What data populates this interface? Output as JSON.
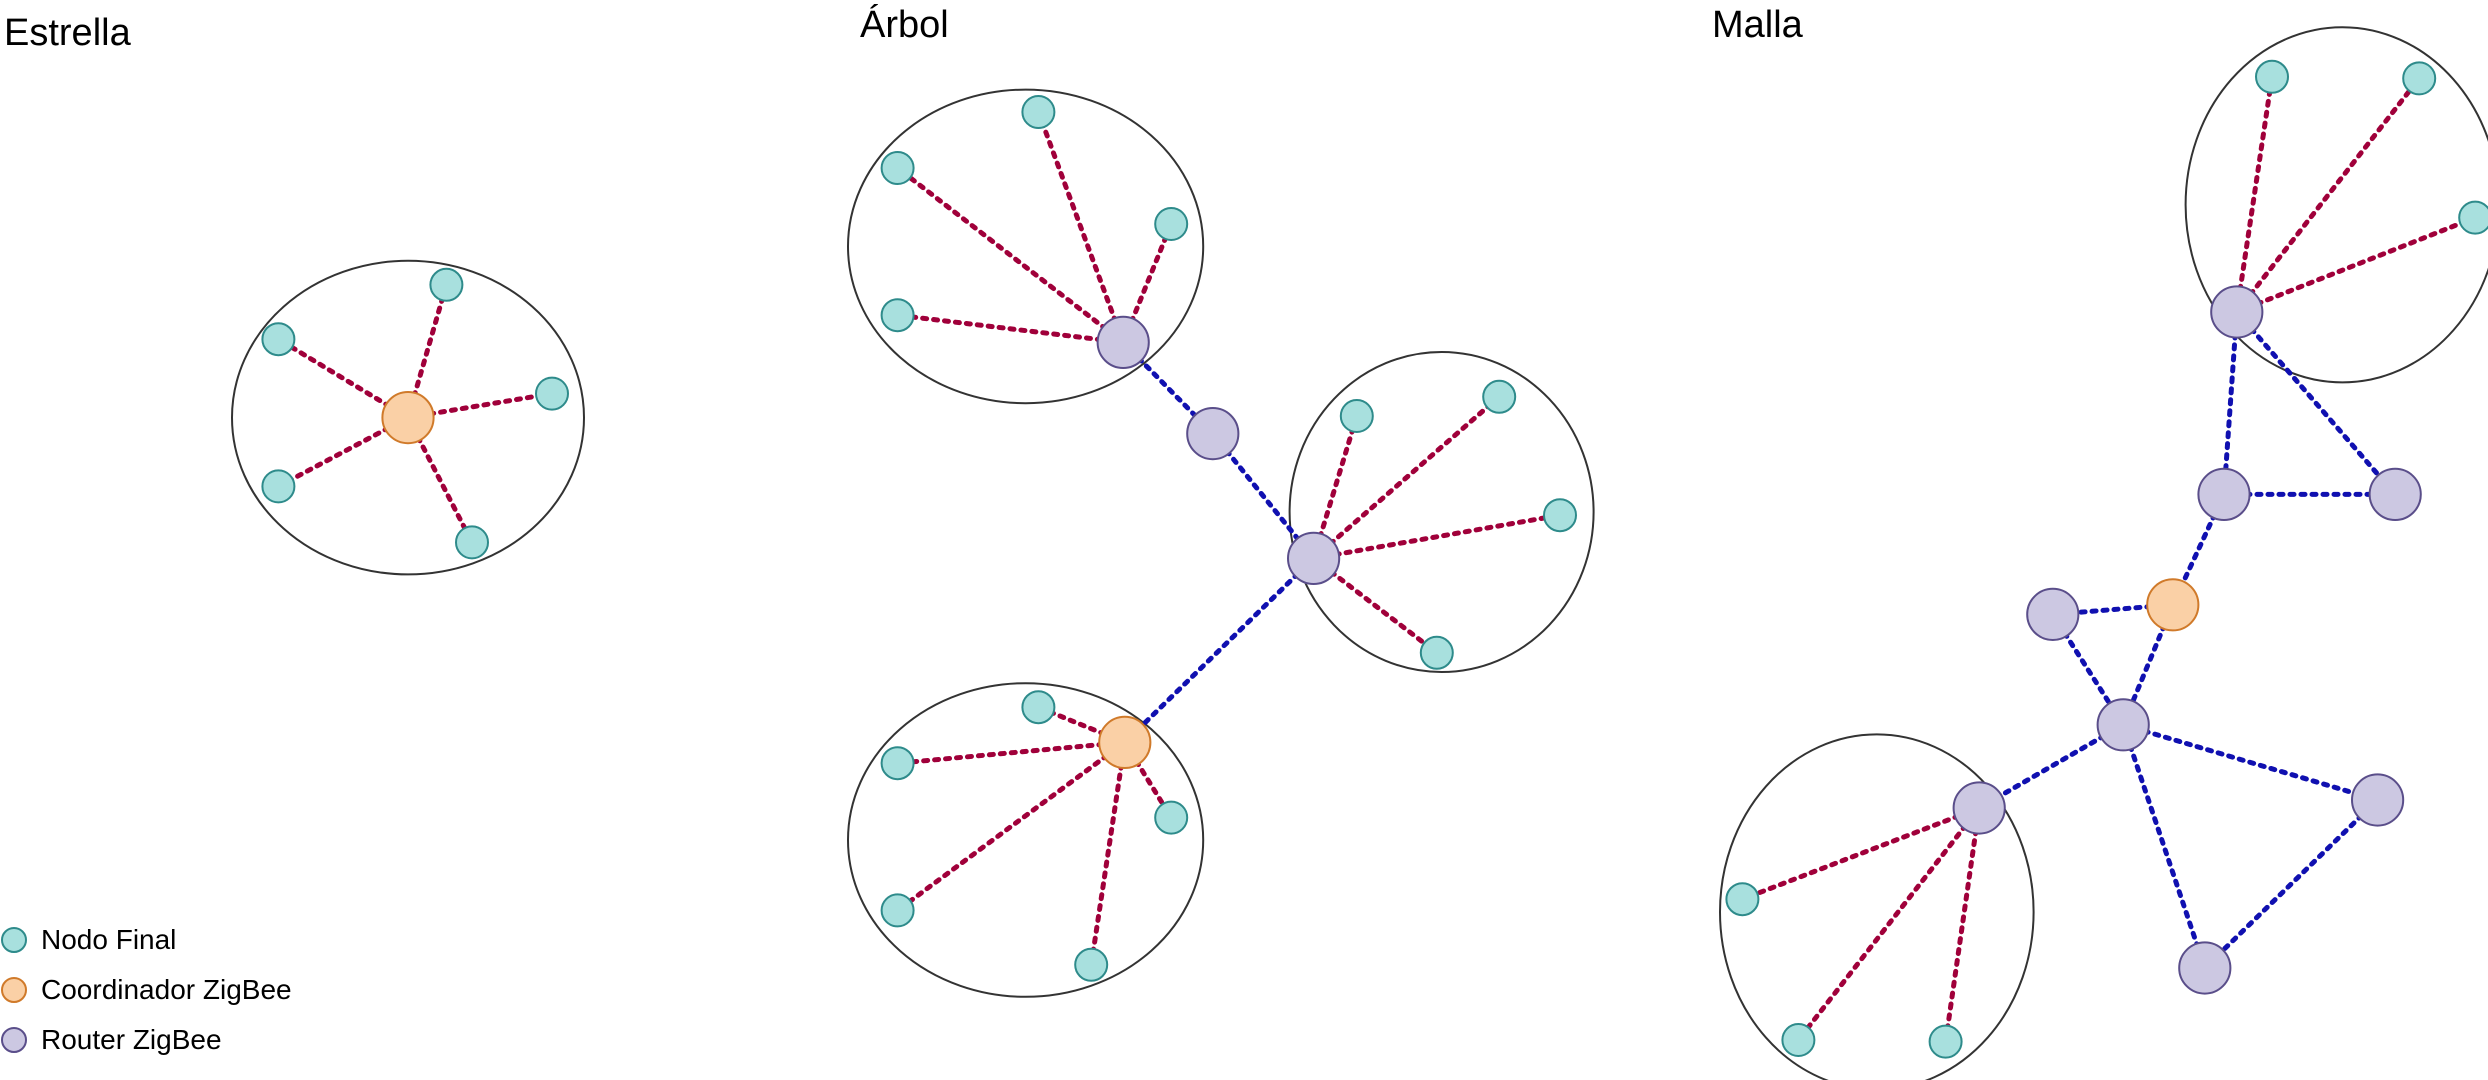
{
  "titles": {
    "star": "Estrella",
    "tree": "Árbol",
    "mesh": "Malla"
  },
  "legend": {
    "end_node": "Nodo Final",
    "coordinator": "Coordinador ZigBee",
    "router": "Router ZigBee"
  },
  "colors": {
    "end_node_fill": "#A8E0DE",
    "end_node_stroke": "#2E8B8B",
    "coordinator_fill": "#FAD0A6",
    "coordinator_stroke": "#D07A2A",
    "router_fill": "#CCC8E2",
    "router_stroke": "#5A4E8A",
    "end_link": "#A0003A",
    "router_link": "#1010B0",
    "cluster_stroke": "#333333"
  }
}
